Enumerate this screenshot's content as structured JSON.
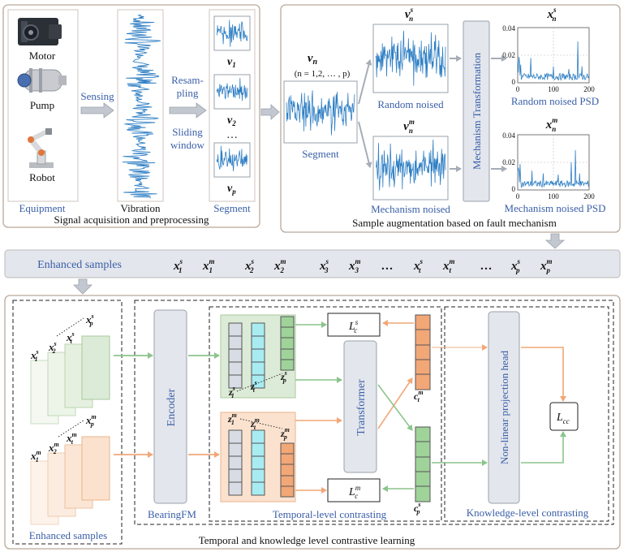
{
  "sections": {
    "acquisition": "Signal acquisition and preprocessing",
    "augmentation": "Sample augmentation based on fault mechanism",
    "enhanced": "Enhanced samples",
    "contrastive": "Temporal and knowledge level contrastive learning"
  },
  "equipment": {
    "motor": "Motor",
    "pump": "Pump",
    "robot": "Robot",
    "caption": "Equipment"
  },
  "steps": {
    "sensing": "Sensing",
    "vibration": "Vibration",
    "resampling_1": "Resam-",
    "resampling_2": "pling",
    "sliding_1": "Sliding",
    "sliding_2": "window",
    "segment": "Segment"
  },
  "segments": {
    "v1": "v",
    "v1_sub": "1",
    "v2": "v",
    "v2_sub": "2",
    "dots": "…",
    "vp": "v",
    "vp_sub": "p"
  },
  "augmentation": {
    "vn": "v",
    "vn_sub": "n",
    "range": "(n = 1,2, … , p)",
    "segment_label": "Segment",
    "random_label": "Random noised",
    "mechanism_label": "Mechanism noised",
    "transformation": "Mechanism Transformation",
    "psd_random": "Random noised PSD",
    "psd_mechanism": "Mechanism noised PSD",
    "vs": "v",
    "vm": "v",
    "xs": "x",
    "xm": "x",
    "sup_s": "s",
    "sup_m": "m",
    "sub_n": "n"
  },
  "psd_axis": {
    "y_ticks": [
      "0.04",
      "0.02",
      "0"
    ],
    "x_ticks": [
      "0",
      "100",
      "200"
    ]
  },
  "enhanced_samples": {
    "label": "Enhanced samples",
    "items": [
      {
        "base": "x",
        "sub": "1",
        "sup": "s"
      },
      {
        "base": "x",
        "sub": "1",
        "sup": "m"
      },
      {
        "base": "x",
        "sub": "2",
        "sup": "s"
      },
      {
        "base": "x",
        "sub": "2",
        "sup": "m"
      },
      {
        "base": "x",
        "sub": "3",
        "sup": "s"
      },
      {
        "base": "x",
        "sub": "3",
        "sup": "m"
      },
      {
        "base": "…",
        "sub": "",
        "sup": ""
      },
      {
        "base": "x",
        "sub": "t",
        "sup": "s"
      },
      {
        "base": "x",
        "sub": "t",
        "sup": "m"
      },
      {
        "base": "…",
        "sub": "",
        "sup": ""
      },
      {
        "base": "x",
        "sub": "p",
        "sup": "s"
      },
      {
        "base": "x",
        "sub": "p",
        "sup": "m"
      }
    ]
  },
  "contrastive": {
    "encoder": "Encoder",
    "bearingfm": "BearingFM",
    "transformer": "Transformer",
    "projection": "Non-linear projection head",
    "temporal_label": "Temporal-level contrasting",
    "knowledge_label": "Knowledge-level contrasting",
    "enhanced_label": "Enhanced samples",
    "loss_s": "L",
    "loss_m": "L",
    "loss_cc": "L",
    "loss_cc_sub": "cc",
    "loss_c_sub": "c",
    "c_t_m": "c",
    "c_p_s": "c",
    "z": "z",
    "x": "x"
  },
  "colors": {
    "panel_stroke": "#b9a99a",
    "signal": "#2f7fc4",
    "arrow_gray": "#a6adb7",
    "green_arrow": "#8cc48c",
    "orange_arrow": "#f2a777",
    "green_fill": "#dcebd7",
    "orange_fill": "#fbe2cf",
    "cyan": "#a8ecf2",
    "gray_block": "#d8dce4",
    "label_blue": "#3a5fa8"
  }
}
